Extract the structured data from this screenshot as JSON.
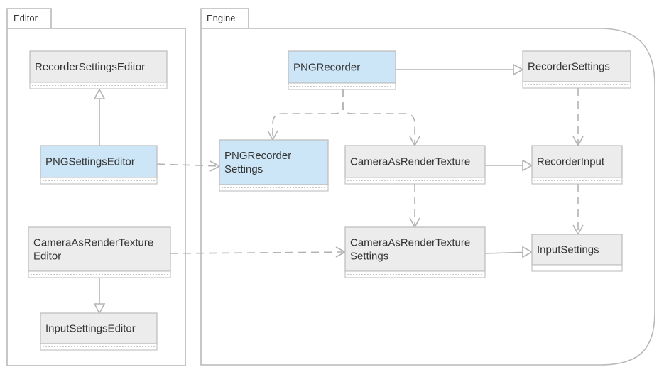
{
  "packages": {
    "editor": {
      "label": "Editor"
    },
    "engine": {
      "label": "Engine"
    }
  },
  "nodes": {
    "recorder_settings_editor": {
      "lines": [
        "RecorderSettingsEditor"
      ],
      "style": "gray"
    },
    "png_settings_editor": {
      "lines": [
        "PNGSettingsEditor"
      ],
      "style": "blue"
    },
    "camera_rt_editor": {
      "lines": [
        "CameraAsRenderTexture",
        "Editor"
      ],
      "style": "gray"
    },
    "input_settings_editor": {
      "lines": [
        "InputSettingsEditor"
      ],
      "style": "gray"
    },
    "png_recorder": {
      "lines": [
        "PNGRecorder"
      ],
      "style": "blue"
    },
    "recorder_settings": {
      "lines": [
        "RecorderSettings"
      ],
      "style": "gray"
    },
    "png_recorder_settings": {
      "lines": [
        "PNGRecorder",
        "Settings"
      ],
      "style": "blue"
    },
    "camera_rt": {
      "lines": [
        "CameraAsRenderTexture"
      ],
      "style": "gray"
    },
    "recorder_input": {
      "lines": [
        "RecorderInput"
      ],
      "style": "gray"
    },
    "camera_rt_settings": {
      "lines": [
        "CameraAsRenderTexture",
        "Settings"
      ],
      "style": "gray"
    },
    "input_settings": {
      "lines": [
        "InputSettings"
      ],
      "style": "gray"
    }
  },
  "edges": [
    {
      "from": "png_settings_editor",
      "to": "recorder_settings_editor",
      "kind": "inheritance"
    },
    {
      "from": "camera_rt_editor",
      "to": "input_settings_editor",
      "kind": "inheritance"
    },
    {
      "from": "png_settings_editor",
      "to": "png_recorder_settings",
      "kind": "dependency"
    },
    {
      "from": "camera_rt_editor",
      "to": "camera_rt_settings",
      "kind": "dependency"
    },
    {
      "from": "png_recorder",
      "to": "recorder_settings",
      "kind": "inheritance"
    },
    {
      "from": "png_recorder",
      "to": "png_recorder_settings",
      "kind": "dependency"
    },
    {
      "from": "png_recorder",
      "to": "camera_rt",
      "kind": "dependency"
    },
    {
      "from": "recorder_settings",
      "to": "recorder_input",
      "kind": "dependency"
    },
    {
      "from": "camera_rt",
      "to": "recorder_input",
      "kind": "inheritance"
    },
    {
      "from": "camera_rt",
      "to": "camera_rt_settings",
      "kind": "dependency"
    },
    {
      "from": "recorder_input",
      "to": "input_settings",
      "kind": "dependency"
    },
    {
      "from": "camera_rt_settings",
      "to": "input_settings",
      "kind": "inheritance"
    }
  ]
}
